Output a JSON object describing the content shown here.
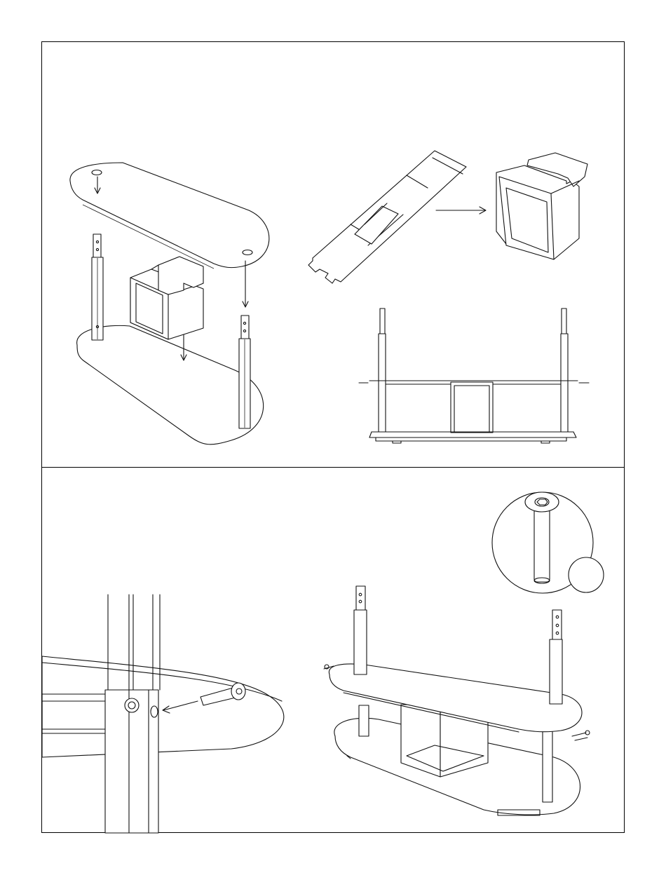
{
  "document": {
    "type": "assembly-instructions",
    "panels": [
      {
        "id": "step-a",
        "contents": [
          "top-shelf",
          "two-posts",
          "folding-cube",
          "base-shelf",
          "arrows"
        ]
      },
      {
        "id": "step-b",
        "contents": [
          "bolt-detail",
          "post-closeup",
          "assembled-unit"
        ]
      }
    ],
    "icons": {
      "arrow": "arrow-icon",
      "bolt": "hex-bolt-icon"
    },
    "colors": {
      "line": "#111111",
      "background": "#ffffff"
    }
  }
}
